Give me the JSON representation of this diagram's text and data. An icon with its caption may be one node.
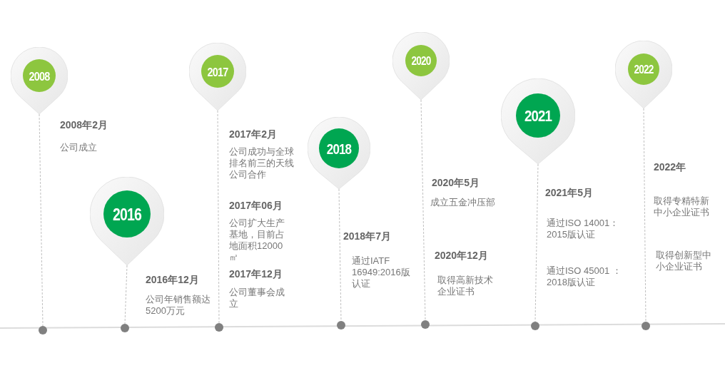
{
  "diagram": {
    "nodes": [
      {
        "text": [
          "2008"
        ],
        "beside": [
          "2008年2月",
          "公司成立"
        ]
      },
      {
        "text": [
          "2016"
        ],
        "beside": [
          "2016年12月",
          "公司年销售额达5200万元"
        ]
      },
      {
        "text": [
          "2017"
        ],
        "beside": [
          "2017年2月",
          "公司成功与全球排名前三的天线公司合作",
          "2017年06月",
          "公司扩大生产基地，目前占地面积12000㎡",
          "2017年12月",
          "公司董事会成立"
        ]
      },
      {
        "text": [
          "2018"
        ],
        "beside": [
          "2018年7月",
          "通过IATF 16949:2016版认证"
        ]
      },
      {
        "text": [
          "2020"
        ],
        "beside": [
          "2020年5月",
          "成立五金冲压部",
          "2020年12月",
          "取得高新技术企业证书"
        ]
      },
      {
        "text": [
          "2021"
        ],
        "beside": [
          "2021年5月",
          "通过ISO 14001：2015版认证",
          "通过ISO 45001 ：2018版认证"
        ]
      },
      {
        "text": [
          "2022"
        ],
        "beside": [
          "2022年",
          "取得专精特新中小企业证书",
          "取得创新型中小企业证书"
        ]
      },
      {
        "text": [],
        "shape": "circle"
      },
      {
        "text": [],
        "shape": "circle"
      },
      {
        "text": [],
        "shape": "circle"
      },
      {
        "text": [],
        "shape": "circle"
      },
      {
        "text": [],
        "shape": "circle"
      },
      {
        "text": [],
        "shape": "circle"
      },
      {
        "text": [],
        "shape": "circle"
      }
    ],
    "edges": [
      {
        "from": 0,
        "to": 7,
        "arrow": "none",
        "style": "dashed"
      },
      {
        "from": 1,
        "to": 8,
        "arrow": "none",
        "style": "dashed"
      },
      {
        "from": 2,
        "to": 9,
        "arrow": "none",
        "style": "dashed"
      },
      {
        "from": 3,
        "to": 10,
        "arrow": "none",
        "style": "dashed"
      },
      {
        "from": 4,
        "to": 11,
        "arrow": "none",
        "style": "dashed"
      },
      {
        "from": 5,
        "to": 12,
        "arrow": "none",
        "style": "dashed"
      },
      {
        "from": 6,
        "to": 13,
        "arrow": "none",
        "style": "dashed"
      }
    ]
  }
}
